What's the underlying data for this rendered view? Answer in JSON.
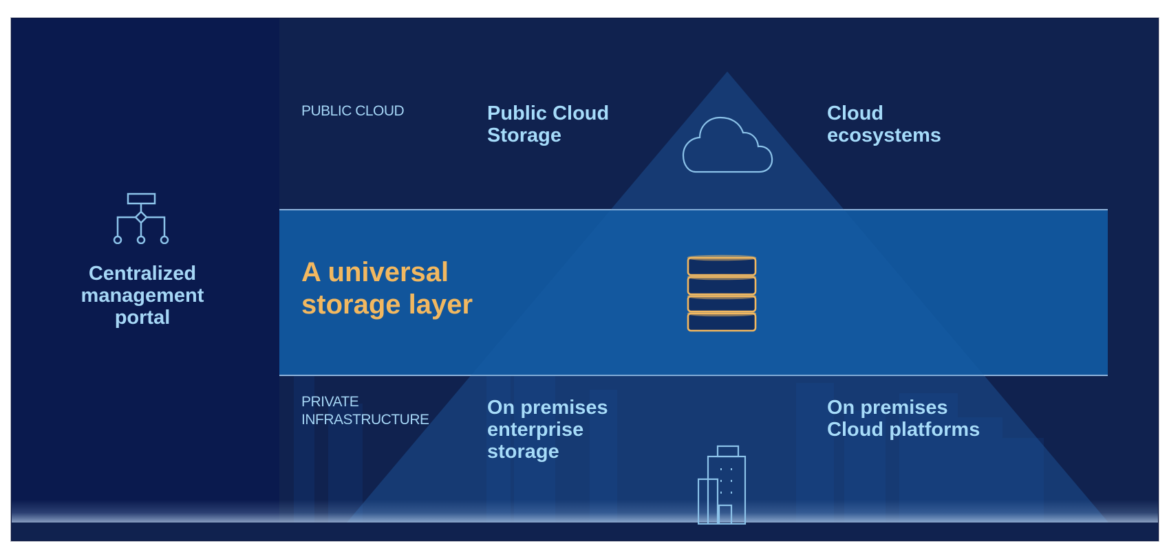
{
  "colors": {
    "background": "#10224f",
    "left_column": "#0a1a4e",
    "band": "#11559b",
    "text_blue": "#a6dcfa",
    "accent_orange": "#f2b860"
  },
  "left_panel": {
    "icon": "hierarchy-network-icon",
    "title_lines": [
      "Centralized",
      "management",
      "portal"
    ]
  },
  "public_cloud": {
    "section_label": "PUBLIC CLOUD",
    "item1_lines": [
      "Public Cloud",
      "Storage"
    ],
    "icon": "cloud-icon",
    "item2_lines": [
      "Cloud",
      "ecosystems"
    ]
  },
  "storage_layer": {
    "title_lines": [
      "A universal",
      "storage layer"
    ],
    "icon": "database-stack-icon"
  },
  "private_infrastructure": {
    "section_label_lines": [
      "PRIVATE",
      "INFRASTRUCTURE"
    ],
    "item1_lines": [
      "On premises",
      "enterprise",
      "storage"
    ],
    "icon": "office-buildings-icon",
    "item2_lines": [
      "On premises",
      "Cloud platforms"
    ]
  }
}
